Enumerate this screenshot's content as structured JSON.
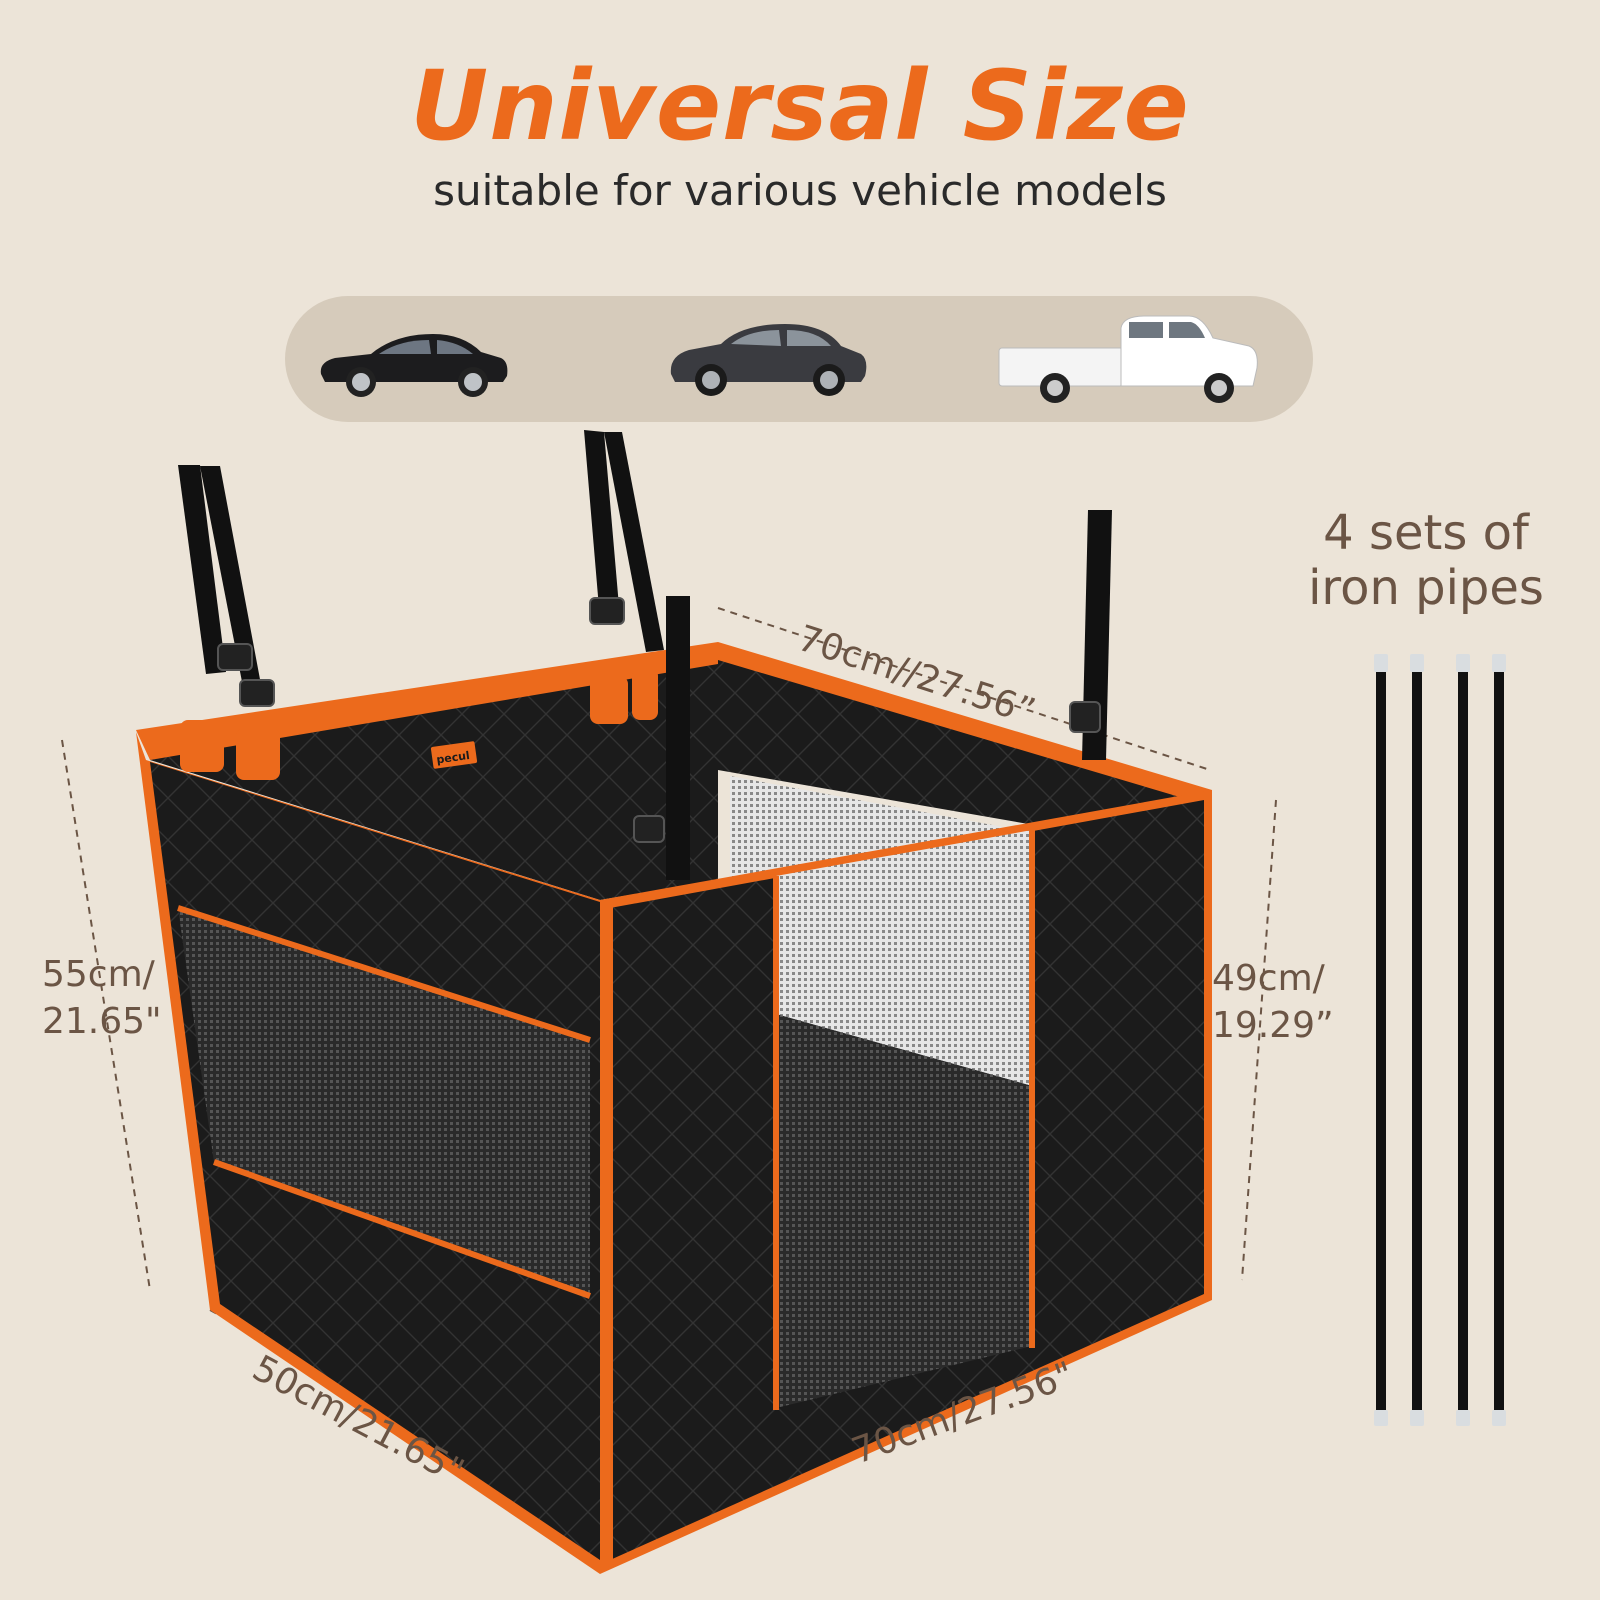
{
  "header": {
    "title": "Universal Size",
    "subtitle": "suitable for various vehicle models"
  },
  "vehicles": [
    {
      "icon": "sedan-icon",
      "color": "#1c1c1e"
    },
    {
      "icon": "suv-icon",
      "color": "#3a3b40"
    },
    {
      "icon": "pickup-truck-icon",
      "color": "#ffffff"
    }
  ],
  "brand": {
    "logo_text": "pecul"
  },
  "dimensions": {
    "top_width": "70cm//27.56”",
    "left_height_line1": "55cm/",
    "left_height_line2": "21.65\"",
    "right_height_line1": "49cm/",
    "right_height_line2": "19.29”",
    "bottom_depth": "50cm/21.65\"",
    "bottom_width": "70cm/27.56\""
  },
  "accessories": {
    "line1": "4 sets of",
    "line2": "iron pipes",
    "pipe_count": 4
  },
  "colors": {
    "accent": "#ec6a1c",
    "fabric": "#1b1b1b",
    "background": "#ece4d8",
    "dimension_text": "#6b5545"
  }
}
